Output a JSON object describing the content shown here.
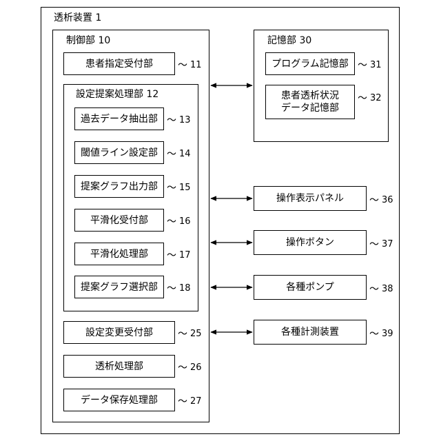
{
  "device": {
    "label": "透析装置 1"
  },
  "control": {
    "label": "制御部 10",
    "patient_designation": {
      "label": "患者指定受付部",
      "ref": "11"
    },
    "proposal": {
      "label": "設定提案処理部 12",
      "items": [
        {
          "label": "過去データ抽出部",
          "ref": "13"
        },
        {
          "label": "閾値ライン設定部",
          "ref": "14"
        },
        {
          "label": "提案グラフ出力部",
          "ref": "15"
        },
        {
          "label": "平滑化受付部",
          "ref": "16"
        },
        {
          "label": "平滑化処理部",
          "ref": "17"
        },
        {
          "label": "提案グラフ選択部",
          "ref": "18"
        }
      ]
    },
    "setting_change": {
      "label": "設定変更受付部",
      "ref": "25"
    },
    "dialysis_processing": {
      "label": "透析処理部",
      "ref": "26"
    },
    "data_save": {
      "label": "データ保存処理部",
      "ref": "27"
    }
  },
  "storage": {
    "label": "記憶部 30",
    "program": {
      "label": "プログラム記憶部",
      "ref": "31"
    },
    "patient_status": {
      "line1": "患者透析状況",
      "line2": "データ記憶部",
      "ref": "32"
    }
  },
  "peripherals": [
    {
      "label": "操作表示パネル",
      "ref": "36"
    },
    {
      "label": "操作ボタン",
      "ref": "37"
    },
    {
      "label": "各種ポンプ",
      "ref": "38"
    },
    {
      "label": "各種計測装置",
      "ref": "39"
    }
  ],
  "tilde": "〜"
}
